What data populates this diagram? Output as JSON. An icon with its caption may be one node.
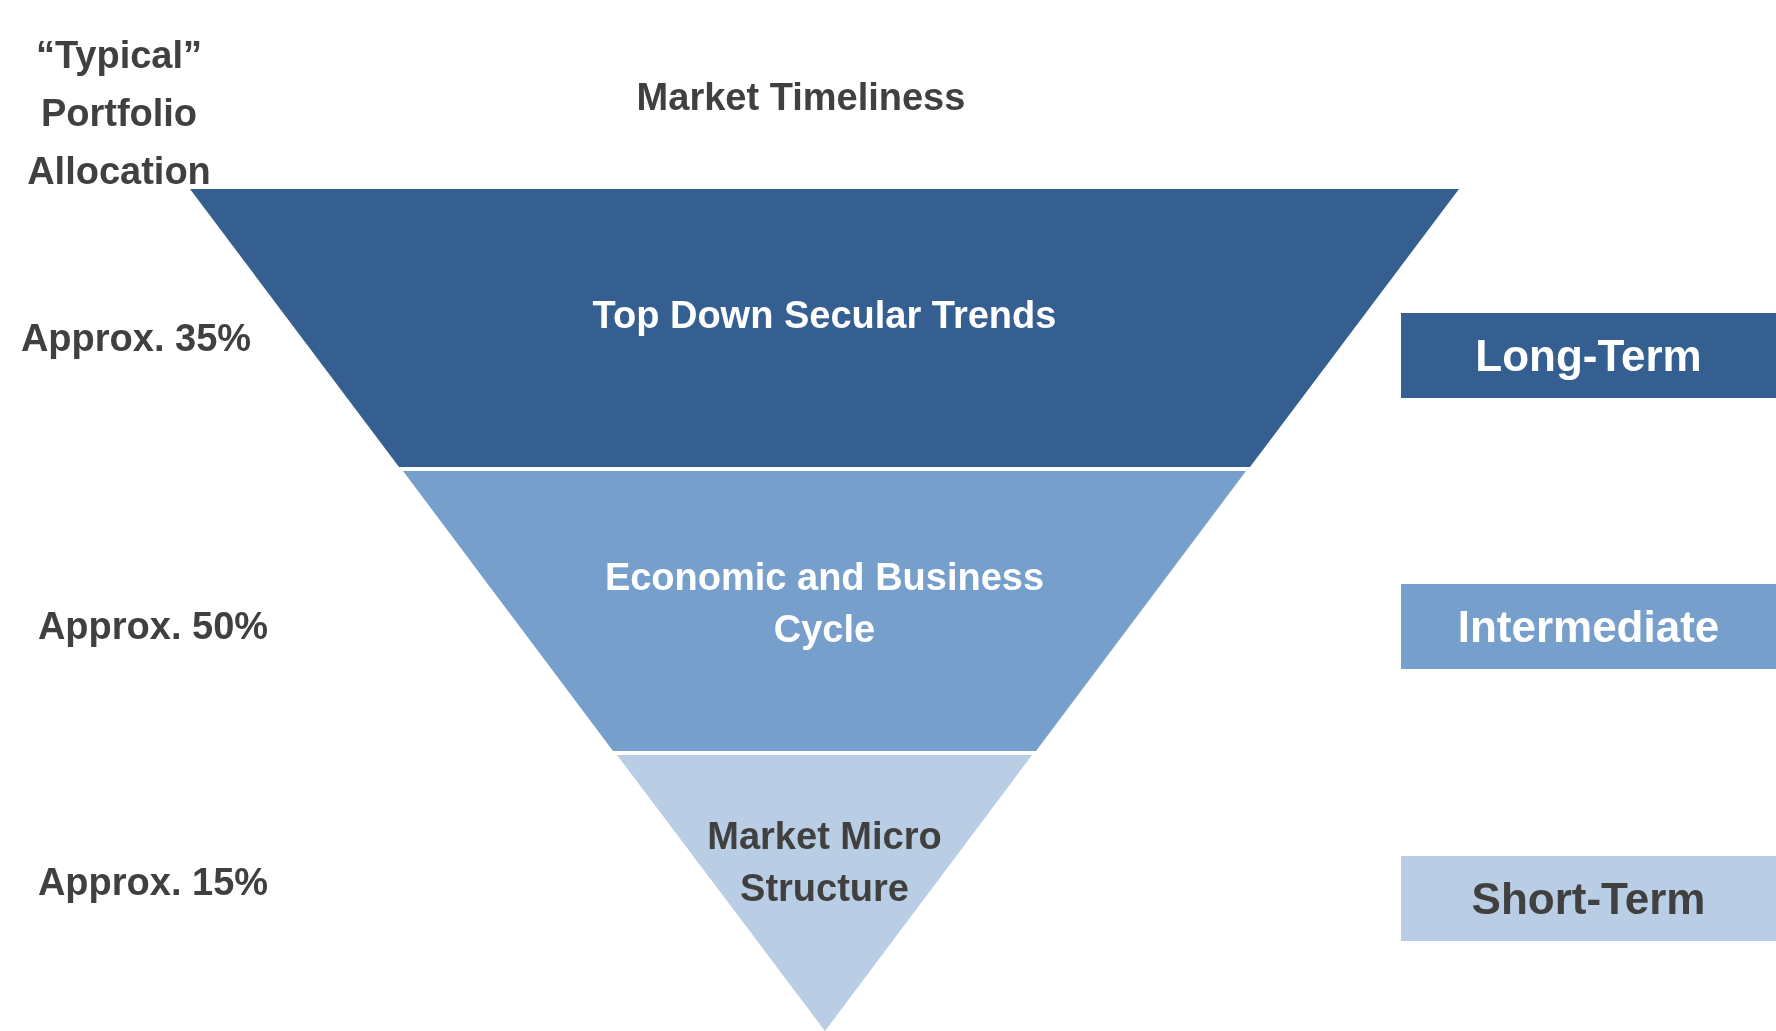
{
  "diagram": {
    "nodes": [
      {
        "text": [
          "Top Down Secular Trends"
        ]
      },
      {
        "text": [
          "Economic and Business Cycle"
        ]
      },
      {
        "text": [
          "Market Micro Structure"
        ]
      },
      {
        "text": [
          "Long-Term"
        ]
      },
      {
        "text": [
          "Intermediate"
        ]
      },
      {
        "text": [
          "Short-Term"
        ]
      }
    ],
    "edges": [],
    "labels": [
      "“Typical” Portfolio Allocation",
      "Market Timeliness",
      "Approx. 35%",
      "Approx. 50%",
      "Approx. 15%"
    ]
  }
}
